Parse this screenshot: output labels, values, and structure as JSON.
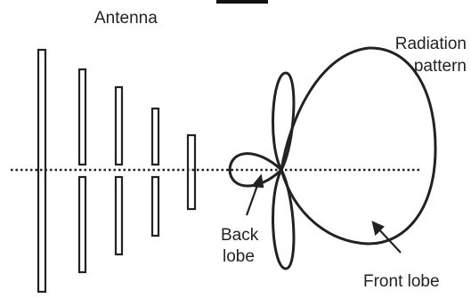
{
  "labels": {
    "antenna": "Antenna",
    "radiation_line1": "Radiation",
    "radiation_line2": "pattern",
    "back_line1": "Back",
    "back_line2": "lobe",
    "front": "Front lobe"
  },
  "colors": {
    "ink": "#222222",
    "background": "#ffffff"
  }
}
